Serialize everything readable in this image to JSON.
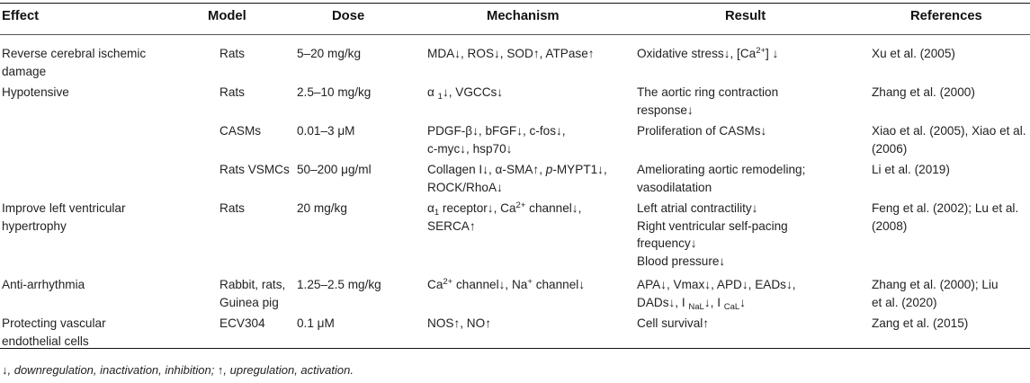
{
  "headers": {
    "effect": "Effect",
    "model": "Model",
    "dose": "Dose",
    "mechanism": "Mechanism",
    "result": "Result",
    "references": "References"
  },
  "rows": [
    {
      "effect": [
        "Reverse cerebral ischemic",
        "damage"
      ],
      "model": [
        "Rats"
      ],
      "dose": "5–20 mg/kg",
      "mechanism": [
        "MDA↓, ROS↓, SOD↑, ATPase↑"
      ],
      "result": [
        "Oxidative stress↓, [Ca",
        "2+",
        "] ↓"
      ],
      "references": [
        "Xu et al. (2005)"
      ]
    },
    {
      "effect": [
        "Hypotensive"
      ],
      "model": [
        "Rats"
      ],
      "dose": "2.5–10 mg/kg",
      "mechanism": [
        "α ",
        "1",
        "↓, VGCCs↓"
      ],
      "result": [
        "The aortic ring contraction",
        "response↓"
      ],
      "references": [
        "Zhang et al. (2000)"
      ]
    },
    {
      "effect": [],
      "model": [
        "CASMs"
      ],
      "dose": "0.01–3 μM",
      "mechanism": [
        "PDGF-β↓, bFGF↓, c-fos↓,",
        "c-myc↓, hsp70↓"
      ],
      "result": [
        "Proliferation of CASMs↓"
      ],
      "references": [
        "Xiao et al. (2005), Xiao et al.",
        "(2006)"
      ]
    },
    {
      "effect": [],
      "model": [
        "Rats VSMCs"
      ],
      "dose": "50–200 μg/ml",
      "mechanism": [
        "Collagen I↓, α-SMA↑, ",
        "p",
        "-MYPT1↓,",
        "ROCK/RhoA↓"
      ],
      "result": [
        "Ameliorating aortic remodeling;",
        "vasodilatation"
      ],
      "references": [
        "Li et al. (2019)"
      ]
    },
    {
      "effect": [
        "Improve left ventricular",
        "hypertrophy"
      ],
      "model": [
        "Rats"
      ],
      "dose": "20 mg/kg",
      "mechanism": [
        "α",
        "1",
        " receptor↓, Ca",
        "2+",
        " channel↓,",
        "SERCA↑"
      ],
      "result": [
        "Left atrial contractility↓",
        "Right ventricular self-pacing",
        "frequency↓",
        "Blood pressure↓"
      ],
      "references": [
        "Feng et al. (2002); Lu et al.",
        "(2008)"
      ]
    },
    {
      "effect": [
        "Anti-arrhythmia"
      ],
      "model": [
        "Rabbit, rats,",
        "Guinea pig"
      ],
      "dose": "1.25–2.5 mg/kg",
      "mechanism": [
        "Ca",
        "2+",
        " channel↓, Na",
        "+",
        " channel↓"
      ],
      "result": [
        "APA↓, Vmax↓, APD↓, EADs↓,",
        "DADs↓, I ",
        "NaL",
        "↓, I ",
        "CaL",
        "↓"
      ],
      "references": [
        "Zhang et al. (2000); Liu",
        "et al. (2020)"
      ]
    },
    {
      "effect": [
        "Protecting vascular",
        "endothelial cells"
      ],
      "model": [
        "ECV304"
      ],
      "dose": "0.1 μM",
      "mechanism": [
        "NOS↑, NO↑"
      ],
      "result": [
        "Cell survival↑"
      ],
      "references": [
        "Zang et al. (2015)"
      ]
    }
  ],
  "footnote": "↓, downregulation, inactivation, inhibition; ↑, upregulation, activation."
}
